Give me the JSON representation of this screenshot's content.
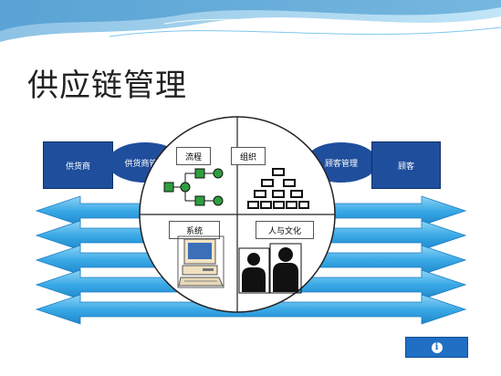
{
  "title": "供应链管理",
  "diagram": {
    "left_box": "供货商",
    "left_ellipse": "供货商管理",
    "right_ellipse": "顾客管理",
    "right_box": "顾客",
    "quadrants": [
      "流程",
      "组织",
      "系统",
      "人与文化"
    ]
  },
  "colors": {
    "primary": "#1f4e9c",
    "arrow": "#35a8e8",
    "arrow_edge": "#1c7fc2",
    "header_wave": "#3fa8dd"
  },
  "icons": [
    "process-flow-icon",
    "org-chart-icon",
    "computer-icon",
    "people-icon",
    "info-icon"
  ]
}
